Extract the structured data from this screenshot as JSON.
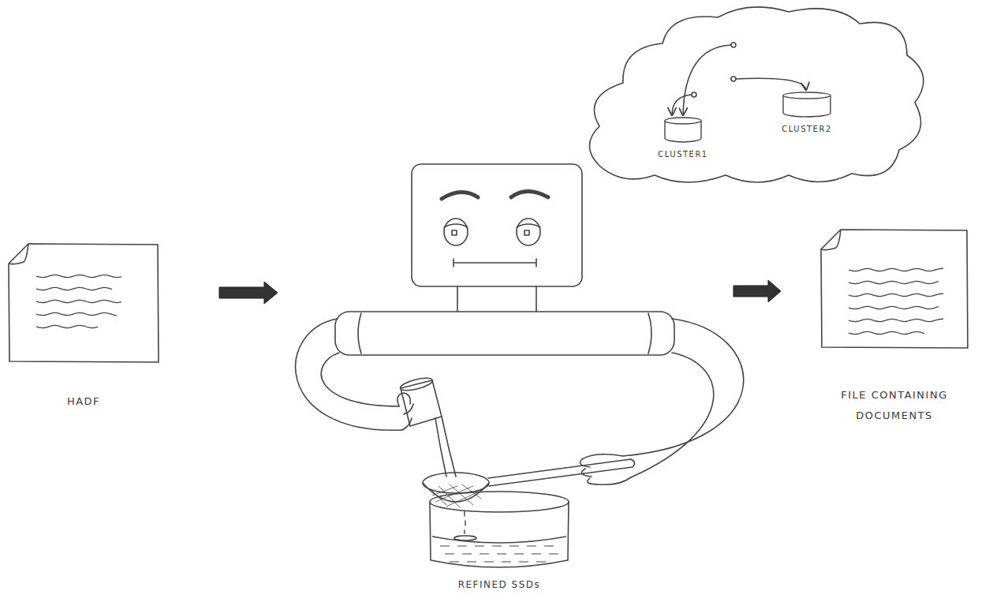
{
  "diagram": {
    "nodes": [
      {
        "text": [
          "HADF"
        ]
      },
      {
        "text": [
          "CLUSTER1"
        ]
      },
      {
        "text": [
          "CLUSTER2"
        ]
      },
      {
        "text": [
          "FILE CONTAINING DOCUMENTS"
        ]
      },
      {
        "text": [
          "REFINED SSDs"
        ]
      }
    ]
  }
}
